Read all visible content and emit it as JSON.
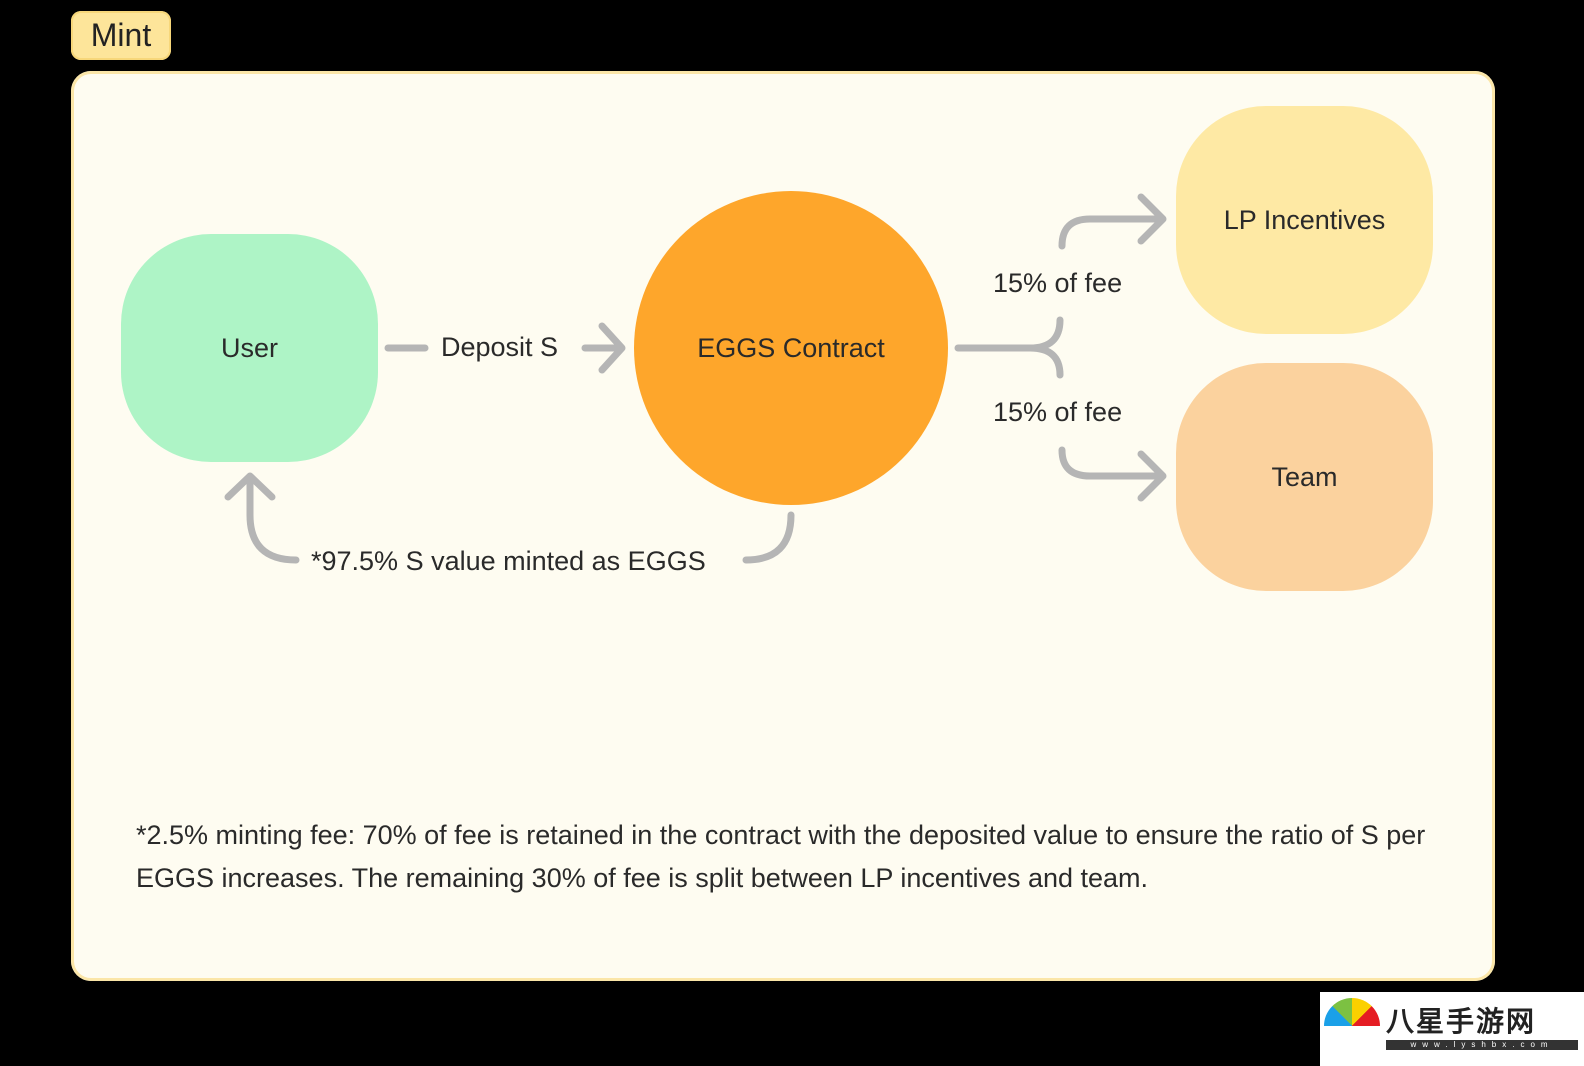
{
  "section_tag": "Mint",
  "nodes": {
    "user": "User",
    "contract": "EGGS Contract",
    "lp": "LP Incentives",
    "team": "Team"
  },
  "edges": {
    "deposit": "Deposit S",
    "lp_fee": "15% of fee",
    "team_fee": "15% of fee",
    "minted": "*97.5% S value minted as EGGS"
  },
  "footnote": "*2.5% minting fee: 70% of fee is retained in the contract with the deposited value to ensure the ratio of S per EGGS increases. The remaining 30% of fee is split between LP incentives and team.",
  "watermark": {
    "name": "八星手游网",
    "url": "www.lyshbx.com"
  },
  "colors": {
    "user": "#aef4c6",
    "contract": "#fea62b",
    "lp": "#fee9a4",
    "team": "#fbd29e",
    "arrow": "#b5b5b5",
    "card": "#fefcf1"
  }
}
